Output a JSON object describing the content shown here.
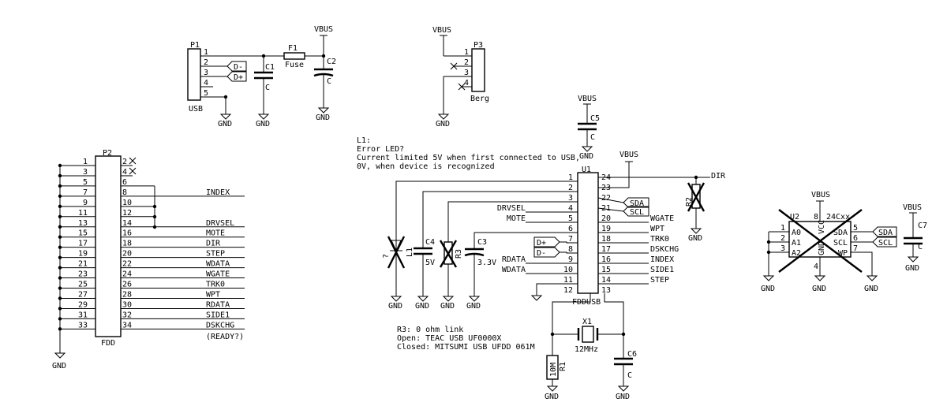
{
  "p1": {
    "ref": "P1",
    "value": "USB",
    "pins": [
      "1",
      "2",
      "3",
      "4",
      "5"
    ]
  },
  "f1": {
    "ref": "F1",
    "value": "Fuse"
  },
  "c1": {
    "ref": "C1",
    "value": "C"
  },
  "c2": {
    "ref": "C2",
    "value": "C"
  },
  "p3": {
    "ref": "P3",
    "value": "Berg",
    "pins": [
      "1",
      "2",
      "3",
      "4"
    ]
  },
  "c5": {
    "ref": "C5",
    "value": "C"
  },
  "p2": {
    "ref": "P2",
    "value": "FDD",
    "left": [
      "1",
      "3",
      "5",
      "7",
      "9",
      "11",
      "13",
      "15",
      "17",
      "19",
      "21",
      "23",
      "25",
      "27",
      "29",
      "31",
      "33"
    ],
    "right": [
      "2",
      "4",
      "6",
      "8",
      "10",
      "12",
      "14",
      "16",
      "18",
      "20",
      "22",
      "24",
      "26",
      "28",
      "30",
      "32",
      "34"
    ],
    "signals": [
      "",
      "",
      "",
      "INDEX",
      "",
      "",
      "DRVSEL",
      "MOTE",
      "DIR",
      "STEP",
      "WDATA",
      "WGATE",
      "TRK0",
      "WPT",
      "RDATA",
      "SIDE1",
      "DSKCHG"
    ],
    "extra": "(READY?)"
  },
  "note_l1": [
    "L1:",
    "Error LED?",
    "Current limited 5V when first connected to USB,",
    "0V, when device is recognized"
  ],
  "u1": {
    "ref": "U1",
    "value": "FDDUSB",
    "left_nums": [
      "1",
      "2",
      "3",
      "4",
      "5",
      "6",
      "7",
      "8",
      "9",
      "10",
      "11",
      "12"
    ],
    "right_nums": [
      "24",
      "23",
      "22",
      "21",
      "20",
      "19",
      "18",
      "17",
      "16",
      "15",
      "14",
      "13"
    ],
    "left_sigs": [
      "",
      "",
      "",
      "DRVSEL",
      "MOTE",
      "",
      "",
      "",
      "RDATA",
      "WDATA",
      "",
      ""
    ],
    "right_sigs": [
      "DIR",
      "",
      "",
      "",
      "WGATE",
      "WPT",
      "TRK0",
      "DSKCHG",
      "INDEX",
      "SIDE1",
      "STEP",
      ""
    ]
  },
  "l1": {
    "ref": "L1",
    "value": "?"
  },
  "c4": {
    "ref": "C4",
    "value": "5V"
  },
  "r3": {
    "ref": "R3",
    "value": ""
  },
  "c3": {
    "ref": "C3",
    "value": "3.3V"
  },
  "r2": {
    "ref": "R2",
    "value": ""
  },
  "x1": {
    "ref": "X1",
    "value": "12MHz"
  },
  "r1": {
    "ref": "R1",
    "value": "10M"
  },
  "c6": {
    "ref": "C6",
    "value": "C"
  },
  "note_r3": [
    "R3: 0 ohm link",
    "Open:   TEAC USB UF0000X",
    "Closed: MITSUMI USB UFDD 061M"
  ],
  "u2": {
    "ref": "U2",
    "value": "24Cxx",
    "pins": [
      "1",
      "2",
      "3",
      "4",
      "8",
      "5",
      "6",
      "7"
    ],
    "names": [
      "A0",
      "A1",
      "A2",
      "GND",
      "VCC",
      "SDA",
      "SCL",
      "WP"
    ]
  },
  "c7": {
    "ref": "C7",
    "value": "C"
  },
  "labels": {
    "d_minus": "D-",
    "d_plus": "D+",
    "sda": "SDA",
    "scl": "SCL",
    "vbus": "VBUS",
    "gnd": "GND",
    "dir": "DIR"
  }
}
